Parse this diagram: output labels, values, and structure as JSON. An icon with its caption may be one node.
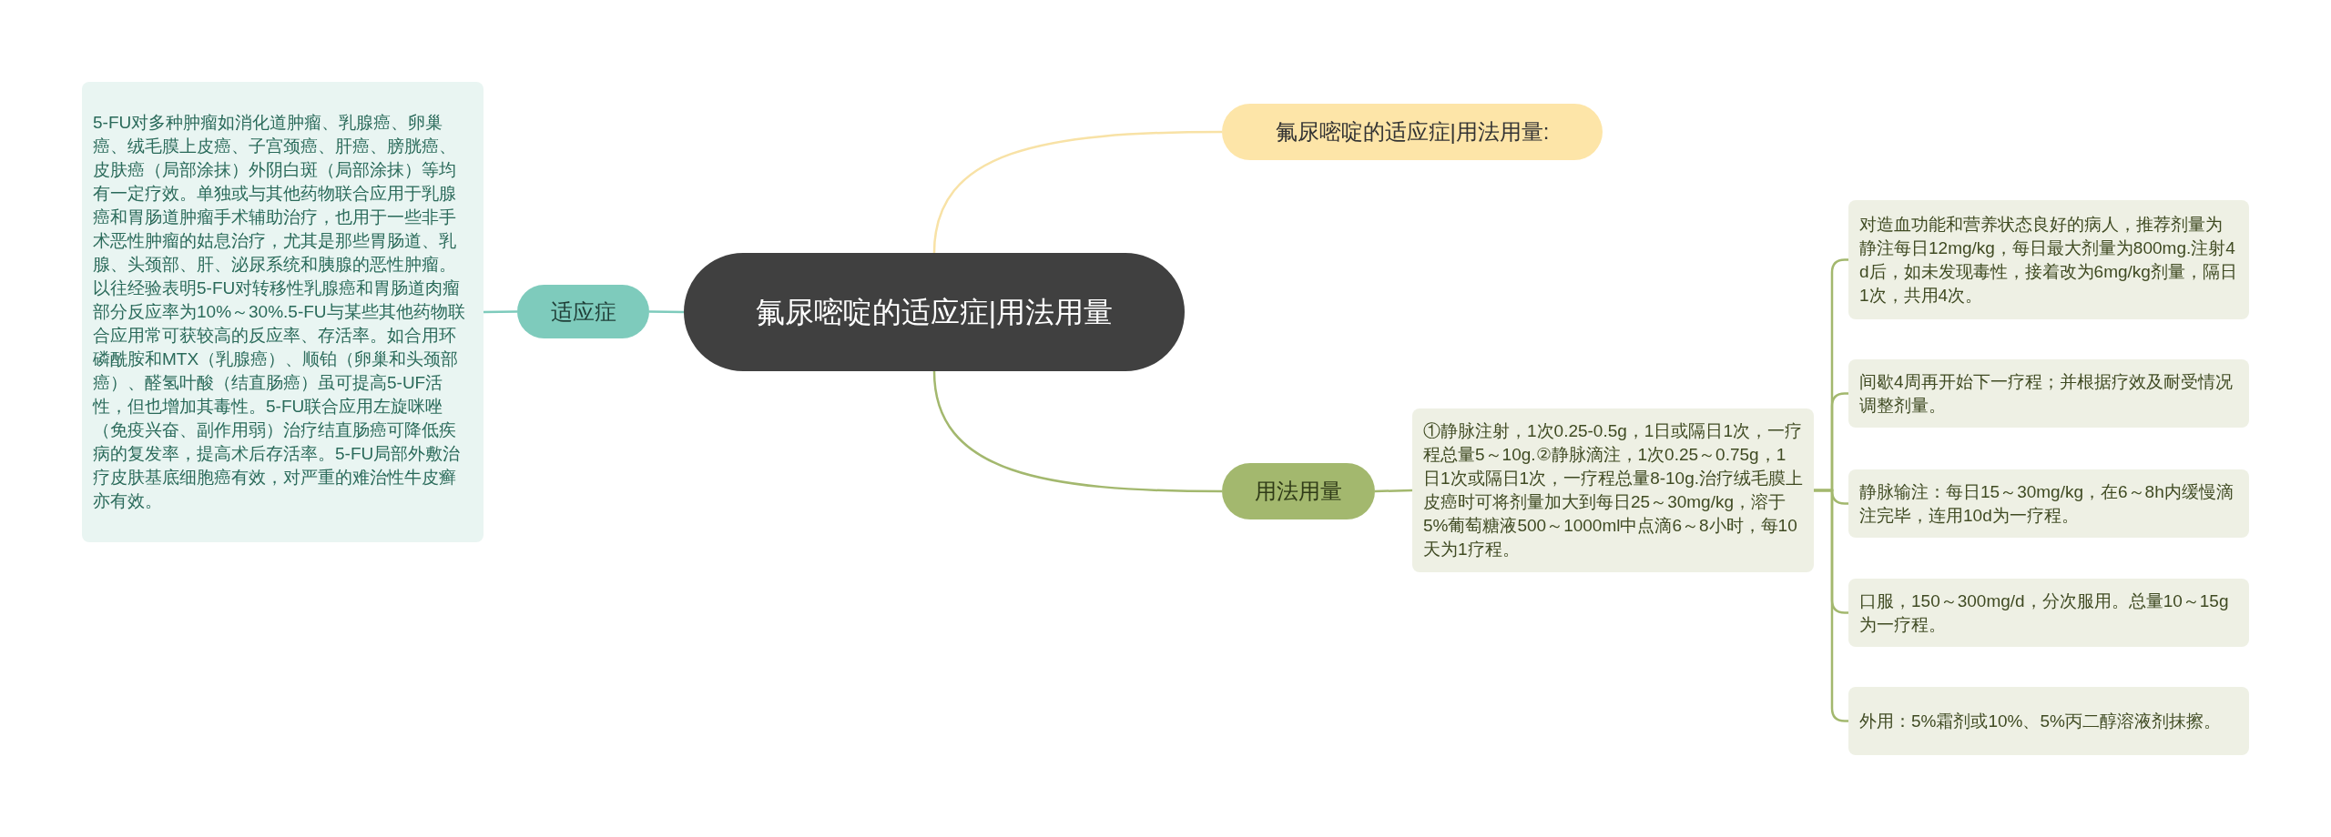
{
  "diagram": {
    "nodes": [
      {
        "text": [
          "氟尿嘧啶的适应症|用法用量"
        ]
      },
      {
        "text": [
          "氟尿嘧啶的适应症|用法用量:"
        ]
      },
      {
        "text": [
          "适应症"
        ]
      },
      {
        "text": [
          "5-FU对多种肿瘤如消化道肿瘤、乳腺癌、卵巢癌、绒毛膜上皮癌、子宫颈癌、肝癌、膀胱癌、皮肤癌（局部涂抹）外阴白斑（局部涂抹）等均有一定疗效。单独或与其他药物联合应用于乳腺癌和胃肠道肿瘤手术辅助治疗，也用于一些非手术恶性肿瘤的姑息治疗，尤其是那些胃肠道、乳腺、头颈部、肝、泌尿系统和胰腺的恶性肿瘤。以往经验表明5-FU对转移性乳腺癌和胃肠道肉瘤部分反应率为10%～30%.5-FU与某些其他药物联合应用常可获较高的反应率、存活率。如合用环磷酰胺和MTX（乳腺癌）、顺铂（卵巢和头颈部癌）、醛氢叶酸（结直肠癌）虽可提高5-UF活性，但也增加其毒性。5-FU联合应用左旋咪唑（免疫兴奋、副作用弱）治疗结直肠癌可降低疾病的复发率，提高术后存活率。5-FU局部外敷治疗皮肤基底细胞癌有效，对严重的难治性牛皮癣亦有效。"
        ]
      },
      {
        "text": [
          "用法用量"
        ]
      },
      {
        "text": [
          "①静脉注射，1次0.25-0.5g，1日或隔日1次，一疗程总量5～10g.②静脉滴注，1次0.25～0.75g，1日1次或隔日1次，一疗程总量8-10g.治疗绒毛膜上皮癌时可将剂量加大到每日25～30mg/kg，溶于5%葡萄糖液500～1000ml中点滴6～8小时，每10天为1疗程。"
        ]
      },
      {
        "text": [
          "对造血功能和营养状态良好的病人，推荐剂量为静注每日12mg/kg，每日最大剂量为800mg.注射4d后，如未发现毒性，接着改为6mg/kg剂量，隔日1次，共用4次。"
        ]
      },
      {
        "text": [
          "间歇4周再开始下一疗程；并根据疗效及耐受情况调整剂量。"
        ]
      },
      {
        "text": [
          "静脉输注：每日15～30mg/kg，在6～8h内缓慢滴注完毕，连用10d为一疗程。"
        ]
      },
      {
        "text": [
          "口服，150～300mg/d，分次服用。总量10～15g为一疗程。"
        ]
      },
      {
        "text": [
          "外用：5%霜剂或10%、5%丙二醇溶液剂抹擦。"
        ]
      }
    ],
    "edges": [
      {
        "from": 0,
        "to": 1,
        "arrow": "none",
        "color": "#f8e2a6"
      },
      {
        "from": 0,
        "to": 2,
        "arrow": "none",
        "color": "#7ecbbc"
      },
      {
        "from": 2,
        "to": 3,
        "arrow": "none",
        "color": "#7ecbbc"
      },
      {
        "from": 0,
        "to": 4,
        "arrow": "none"
      },
      {
        "from": 4,
        "to": 5,
        "arrow": "none"
      },
      {
        "from": 5,
        "to": 6,
        "arrow": "none"
      },
      {
        "from": 5,
        "to": 7,
        "arrow": "none"
      },
      {
        "from": 5,
        "to": 8,
        "arrow": "none"
      },
      {
        "from": 5,
        "to": 9,
        "arrow": "none"
      },
      {
        "from": 5,
        "to": 10,
        "arrow": "none"
      }
    ]
  }
}
